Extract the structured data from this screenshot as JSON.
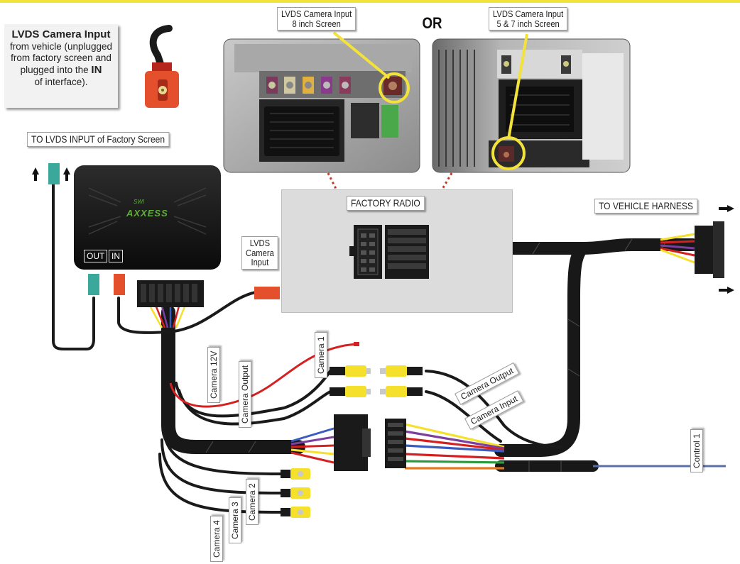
{
  "note": {
    "title": "LVDS Camera Input",
    "line1": "from vehicle (unplugged",
    "line2": "from factory screen and",
    "line3_pre": "plugged into the ",
    "line3_bold": "IN",
    "line4": "of interface)."
  },
  "or_label": "OR",
  "screen8_label": {
    "line1": "LVDS Camera Input",
    "line2": "8 inch Screen"
  },
  "screen57_label": {
    "line1": "LVDS Camera Input",
    "line2": "5 & 7 inch Screen"
  },
  "to_lvds_label": "TO LVDS INPUT of Factory Screen",
  "factory_radio_label": "FACTORY RADIO",
  "to_vehicle_harness_label": "TO VEHICLE HARNESS",
  "lvds_camera_input_label": {
    "line1": "LVDS",
    "line2": "Camera",
    "line3": "Input"
  },
  "interface": {
    "brand": "AXXESS",
    "sub": "SWI",
    "out_label": "OUT",
    "in_label": "IN"
  },
  "camera_tags": {
    "camera_12v": "Camera 12V",
    "camera_output_left": "Camera Output",
    "camera_1": "Camera 1",
    "camera_output_right": "Camera Output",
    "camera_input_right": "Camera Input",
    "camera_2": "Camera 2",
    "camera_3": "Camera 3",
    "camera_4": "Camera 4",
    "control_1": "Control 1"
  },
  "colors": {
    "accent_yellow": "#f2e23a",
    "wire_black": "#1a1a1a",
    "wire_red": "#d42020",
    "rca_yellow": "#f5e02b",
    "lvds_teal": "#3aa89a",
    "lvds_red": "#e5502c",
    "control_blue": "#5a6fa8"
  }
}
